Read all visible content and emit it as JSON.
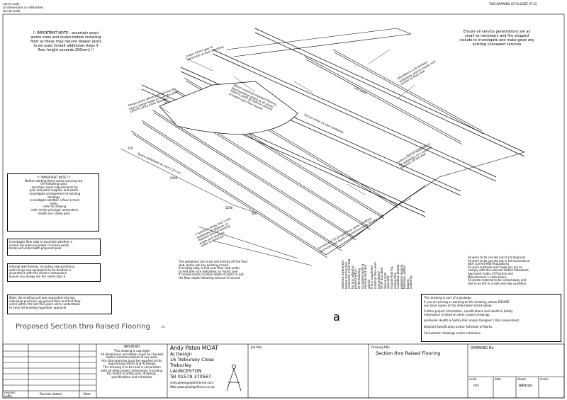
{
  "header": {
    "not_to_scale": "not to scale",
    "dimensions": "all dimensions in millimetres",
    "do_not_scale": "do not scale",
    "fullsize": "THIS DRAWING IS FULLSIZE AT A2"
  },
  "notes": {
    "important_top": "!!  IMPORTANT NOTE - ascertain exact\nwaste sizes and routes before installing\nfloor as these may require deeper joists\nto be used (install additional steps if\nfloor height exceeds 200mm) !!",
    "service_penetrations": "Ensure all service penetrations are as\nsmall as necessary and fire stopped\ninclude to investigate and make good any\nexisting concealed services",
    "important_mid": "!!! IMPORTANT NOTE !!!\nBefore starting these works carrying out\nthe following tasks\n-   ascertain exact requirements for\n    pool and plant supplies and waste\n-   investigate arrangement of existing\n    drainage\n-   investigate whether a floor screed\n    exists\n-   refer to drawing\n-   refer to the principal contractor's\n    health and safety plan",
    "investigate_slab": "Investigate floor slab to ascertain whether a\nscreed has been provided. If screed exists\nbreak out underneath proposed pool",
    "wall_finishes": "Internal wall finishes, including new partitions,\nwall linings and equipment to be finished in\naccordance with the client's instructions\nEnsure any linings are fire rated class 0",
    "separated_unit": "Note: the existing unit was separated into two\nindividual premises (eg ground floor and first floor\nunits) within the last five years and is understood\nto have full building regulation approval",
    "wallplates": "The wallplates are to be laid directly off the floor\nslab, break out any existing screed\nIf existing slab, is laid over floor slab under\nscreed then site wallplates on mastic bed\nIf screed exists increase depth of joists to suit\nthe floor depth following removal of screed",
    "la_approval": "All work to be carried out to LA Approval\nAll work to be carried out in full accordance\nwith current HSE Regulations\nAll work methods and materials are to\ncomply with the relevant British Standards,\nApproved Codes of Practice and\nManufacturer's instructions.\nAll waste material to be carted away and\nsite to be left in a safe and tidy condition.",
    "package_title": "This drawing is part of a package.",
    "package_body": "If you are pricing or working to this drawing, please ENSURE\nyou have copies of the information listed below:",
    "package_items": [
      "Further project information, specifications and Health & Safety\ninformation is listed on other project drawings.",
      "preTender Health & Safety Plan and/or Designer's Risk Assessment.",
      "Detailed Specification and/or Schedule of Works.",
      "Consultants' drawings and/or schedules."
    ],
    "rotated_block": "asbestos awareness\nbefore starting this\ncontractor must read\nfor any asbestos\npresent within\nof the building\noccupied building\nremove dust and\nadvise\nif any suspected\nmaterial then work\nimmediately\nSTOP and seek\nadvice from\nspecialist\ninclude flooring,\nceiling tiles,\ninsulation boards,\npipework lagging,\nflashings, gutter,\nboards,\ncladdings"
  },
  "drawing_labels": {
    "title_left": "Proposed Section thro Raised Flooring",
    "title_nts": "nts",
    "labels": [
      "Lease 12mm gap to\nperimeter of floor boarding",
      "18mm moisture resistant flooring\nt&g boarding (glued at all joints)\nfixed to joists at 300mm centres\nscrewed type  floor boards",
      "Timber joists where partitioning for\nheavy weight loads or over the plant\n100x50 extra joists between",
      "Secure joists to each wallplate",
      "Line joists",
      "50x100mm C16 timbers\nwallplates, bed in mastic and\nanchor to floor slab",
      "Space wallplates at max 1.2m c/c",
      "Lateral ties on wallplate to\nfix wallplates at a suitable\ndistance off the wall",
      "50x50mm C16 treated floor joists at 400c/c\n(increase joist depth if screed has been broken out)",
      "2 Isolation strips max 2.4m\nwallplates @ 600mm c/c\nrequired around existing\nwaste and services\n(refer to drawing)",
      "2400",
      "1200",
      "600",
      "150"
    ]
  },
  "title_block": {
    "revision_suffix": "revision\nsuffix",
    "revision_details": "Revision details",
    "date": "Date",
    "important_title": "IMPORTANT",
    "important_body": "This drawing is copyright\nAll dimensions and details must be checked\nbefore commencement of any work\nAny discrepancies must be reported to the\nSupervising Officer and AJ Design\nThis drawing is to be read in conjunction\nwith all other project information, including\nthe health & safety plan, drawings,\nspecifications and schedules",
    "company_name": "Andy Paton MCIAT",
    "company_lines": [
      "AJ Design",
      "16 Trebursey Close",
      "Treburley",
      "LAUNCESTON",
      "Tel 01579 370567"
    ],
    "email": "andy.ajdesign@btinternet.com",
    "web": "Web www.ajdesignfitness.co.uk",
    "job_title_label": "Job title",
    "drawing_title_label": "Drawing title",
    "drawing_title": "Section thro Raised Flooring",
    "drawing_no_label": "DRAWING No",
    "scale_label": "scale",
    "scale_value": "nts",
    "date_label": "date",
    "drawn_label": "drawn",
    "drawn_value": "AJPaton",
    "check_label": "check"
  },
  "colors": {
    "line": "#000000",
    "paper": "#ffffff"
  }
}
